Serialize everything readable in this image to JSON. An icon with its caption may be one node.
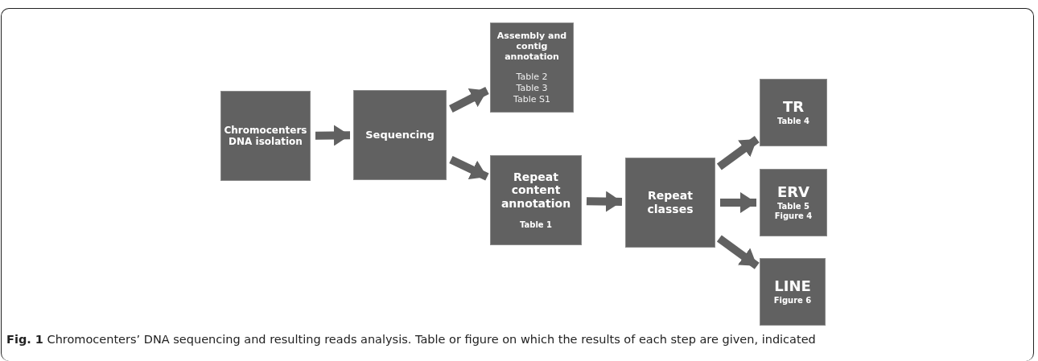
{
  "diagram": {
    "caption": "**Fig. 1** Chromocenters’ DNA sequencing and resulting reads analysis. Table or figure on which the results of each step are given, indicated",
    "nodes": [
      {
        "text": [
          "Chromocenters DNA isolation"
        ]
      },
      {
        "text": [
          "Sequencing"
        ]
      },
      {
        "text": [
          "Assembly and contig annotation",
          "Table 2",
          "Table 3",
          "Table S1"
        ]
      },
      {
        "text": [
          "Repeat content annotation",
          "Table 1"
        ]
      },
      {
        "text": [
          "Repeat classes"
        ]
      },
      {
        "text": [
          "TR",
          "Table 4"
        ]
      },
      {
        "text": [
          "ERV",
          "Table 5",
          "Figure 4"
        ]
      },
      {
        "text": [
          "LINE",
          "Figure 6"
        ]
      }
    ],
    "edges": [
      {
        "from": 0,
        "to": 1,
        "arrow": "to"
      },
      {
        "from": 1,
        "to": 2,
        "arrow": "to"
      },
      {
        "from": 1,
        "to": 3,
        "arrow": "to"
      },
      {
        "from": 3,
        "to": 4,
        "arrow": "to"
      },
      {
        "from": 4,
        "to": 5,
        "arrow": "to"
      },
      {
        "from": 4,
        "to": 6,
        "arrow": "to"
      },
      {
        "from": 4,
        "to": 7,
        "arrow": "to"
      }
    ]
  }
}
